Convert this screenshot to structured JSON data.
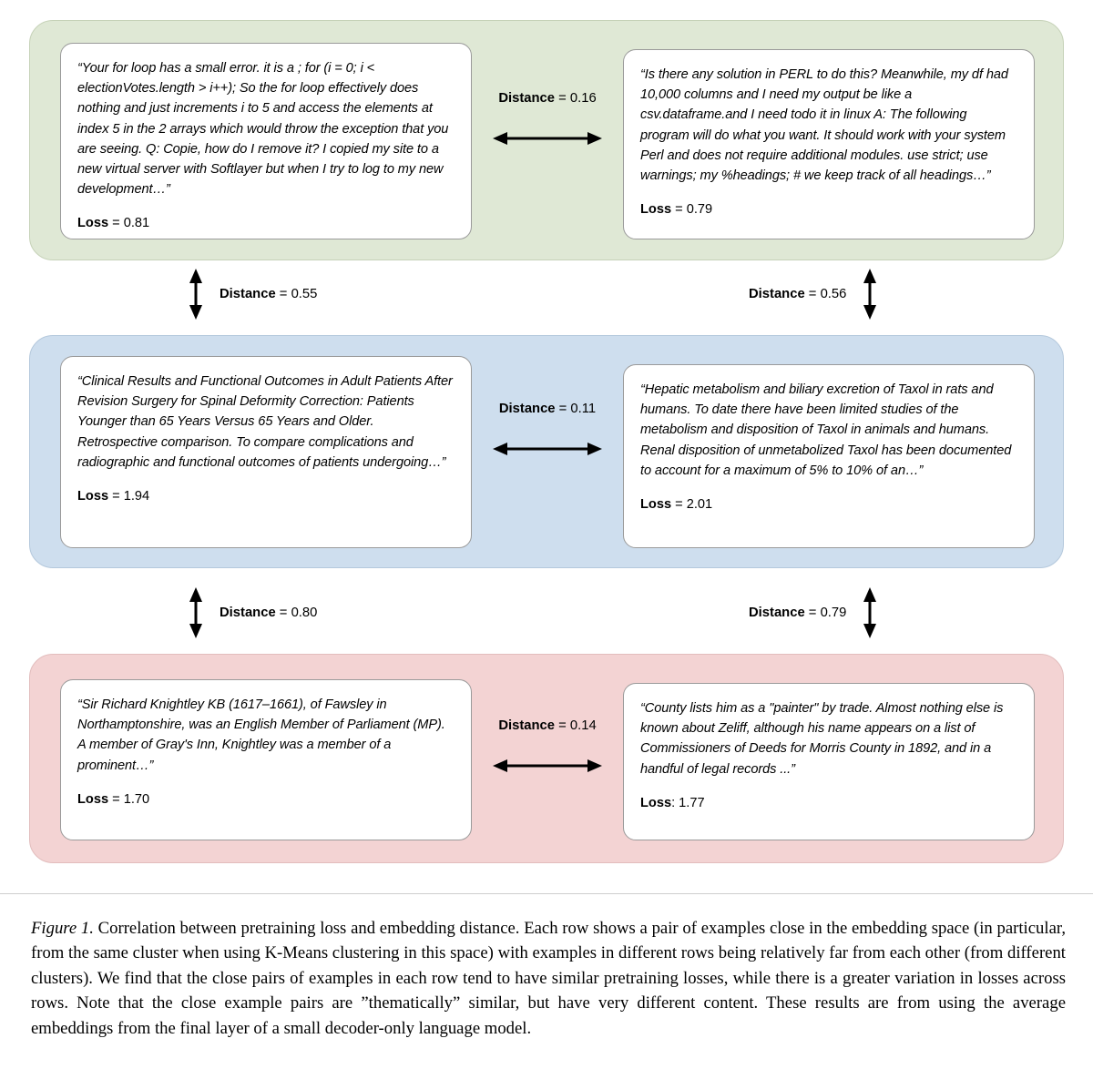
{
  "figure": {
    "label": "Figure 1.",
    "caption": " Correlation between pretraining loss and embedding distance. Each row shows a pair of examples close in the embedding space (in particular, from the same cluster when using K-Means clustering in this space) with examples in different rows being relatively far from each other (from different clusters). We find that the close pairs of examples in each row tend to have similar pretraining losses, while there is a greater variation in losses across rows. Note that the close example pairs are ”thematically” similar, but have very different content. These results are from using the average embeddings from the final layer of a small decoder-only language model."
  },
  "colors": {
    "cluster_green": "#dfe8d5",
    "cluster_blue": "#cedeee",
    "cluster_pink": "#f3d3d3",
    "card_background": "#ffffff",
    "text": "#000000"
  },
  "labels": {
    "distance_key": "Distance",
    "loss_key": "Loss",
    "equals": " = ",
    "colon": ": "
  },
  "clusters": [
    {
      "name": "cluster-green",
      "color": "#dfe8d5",
      "examples": [
        {
          "text": "“Your for loop has a small error. it is a ; for (i = 0; i < electionVotes.length > i++); So the for loop effectively does nothing and just increments i to 5 and access the elements at index 5 in the 2 arrays which would throw the exception that you are seeing. Q: Copie, how do I remove it? I copied my site to a new virtual server with Softlayer but when I try to log to my new development…”",
          "loss_key": "Loss",
          "loss_sep": " = ",
          "loss_value": "0.81"
        },
        {
          "text": "“Is there any solution in PERL to do this? Meanwhile, my df had 10,000 columns and I need my output be like a csv.dataframe.and I need todo it in linux\nA: The following program will do what you want. It should work with your system Perl and does not require additional modules. use strict; use warnings; my %headings; # we keep track of all headings…”",
          "loss_key": "Loss",
          "loss_sep": " = ",
          "loss_value": "0.79"
        }
      ],
      "intra_distance": {
        "key": "Distance",
        "sep": " = ",
        "value": "0.16"
      }
    },
    {
      "name": "cluster-blue",
      "color": "#cedeee",
      "examples": [
        {
          "text": "“Clinical Results and Functional Outcomes in Adult Patients After Revision Surgery for Spinal Deformity Correction: Patients Younger than 65 Years Versus 65 Years and Older. Retrospective comparison. To compare complications and radiographic and functional outcomes of patients undergoing…”",
          "loss_key": "Loss",
          "loss_sep": " = ",
          "loss_value": "1.94"
        },
        {
          "text": "“Hepatic metabolism and biliary excretion of Taxol in rats and humans. To date there have been limited studies of the metabolism and disposition of Taxol in animals and humans. Renal disposition of unmetabolized Taxol has been documented to account for a maximum of 5% to 10% of an…”",
          "loss_key": "Loss",
          "loss_sep": " = ",
          "loss_value": "2.01"
        }
      ],
      "intra_distance": {
        "key": "Distance",
        "sep": " = ",
        "value": "0.11"
      }
    },
    {
      "name": "cluster-pink",
      "color": "#f3d3d3",
      "examples": [
        {
          "text": "“Sir Richard Knightley KB (1617–1661), of Fawsley in Northamptonshire, was an English Member of Parliament (MP). A member of Gray's Inn, Knightley was a member of a prominent…”",
          "loss_key": "Loss",
          "loss_sep": " = ",
          "loss_value": "1.70"
        },
        {
          "text": "“County lists him as a \"painter\" by trade. Almost nothing else is known about Zeliff, although his name appears on a list of Commissioners of Deeds for Morris County in 1892, and in a handful of legal records ...”",
          "loss_key": "Loss",
          "loss_sep": ": ",
          "loss_value": "1.77"
        }
      ],
      "intra_distance": {
        "key": "Distance",
        "sep": " = ",
        "value": "0.14"
      }
    }
  ],
  "inter_cluster_distances": [
    {
      "position": "top-left",
      "key": "Distance",
      "sep": " = ",
      "value": "0.55",
      "arrow": "double-vertical"
    },
    {
      "position": "top-right",
      "key": "Distance",
      "sep": " = ",
      "value": "0.56",
      "arrow": "double-vertical"
    },
    {
      "position": "bottom-left",
      "key": "Distance",
      "sep": " = ",
      "value": "0.80",
      "arrow": "double-vertical"
    },
    {
      "position": "bottom-right",
      "key": "Distance",
      "sep": " = ",
      "value": "0.79",
      "arrow": "double-vertical"
    }
  ]
}
